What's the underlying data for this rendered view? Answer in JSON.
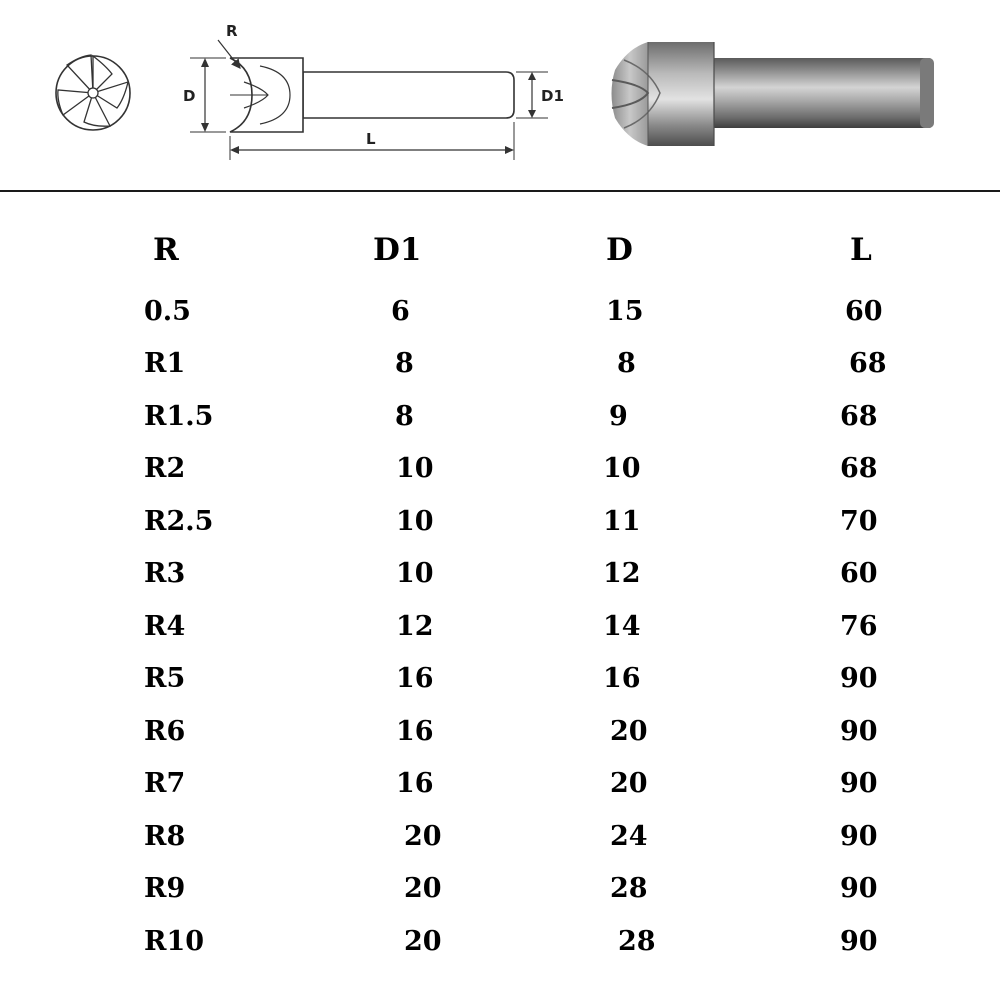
{
  "diagram": {
    "labels": {
      "radius": "R",
      "diameter": "D",
      "shank_diameter": "D1",
      "length": "L"
    }
  },
  "table": {
    "headers": [
      "R",
      "D1",
      "D",
      "L"
    ],
    "rows": [
      [
        "0.5",
        "6",
        "15",
        "60"
      ],
      [
        "R1",
        "8",
        "8",
        "68"
      ],
      [
        "R1.5",
        "8",
        "9",
        "68"
      ],
      [
        "R2",
        "10",
        "10",
        "68"
      ],
      [
        "R2.5",
        "10",
        "11",
        "70"
      ],
      [
        "R3",
        "10",
        "12",
        "60"
      ],
      [
        "R4",
        "12",
        "14",
        "76"
      ],
      [
        "R5",
        "16",
        "16",
        "90"
      ],
      [
        "R6",
        "16",
        "20",
        "90"
      ],
      [
        "R7",
        "16",
        "20",
        "90"
      ],
      [
        "R8",
        "20",
        "24",
        "90"
      ],
      [
        "R9",
        "20",
        "28",
        "90"
      ],
      [
        "R10",
        "20",
        "28",
        "90"
      ]
    ]
  }
}
